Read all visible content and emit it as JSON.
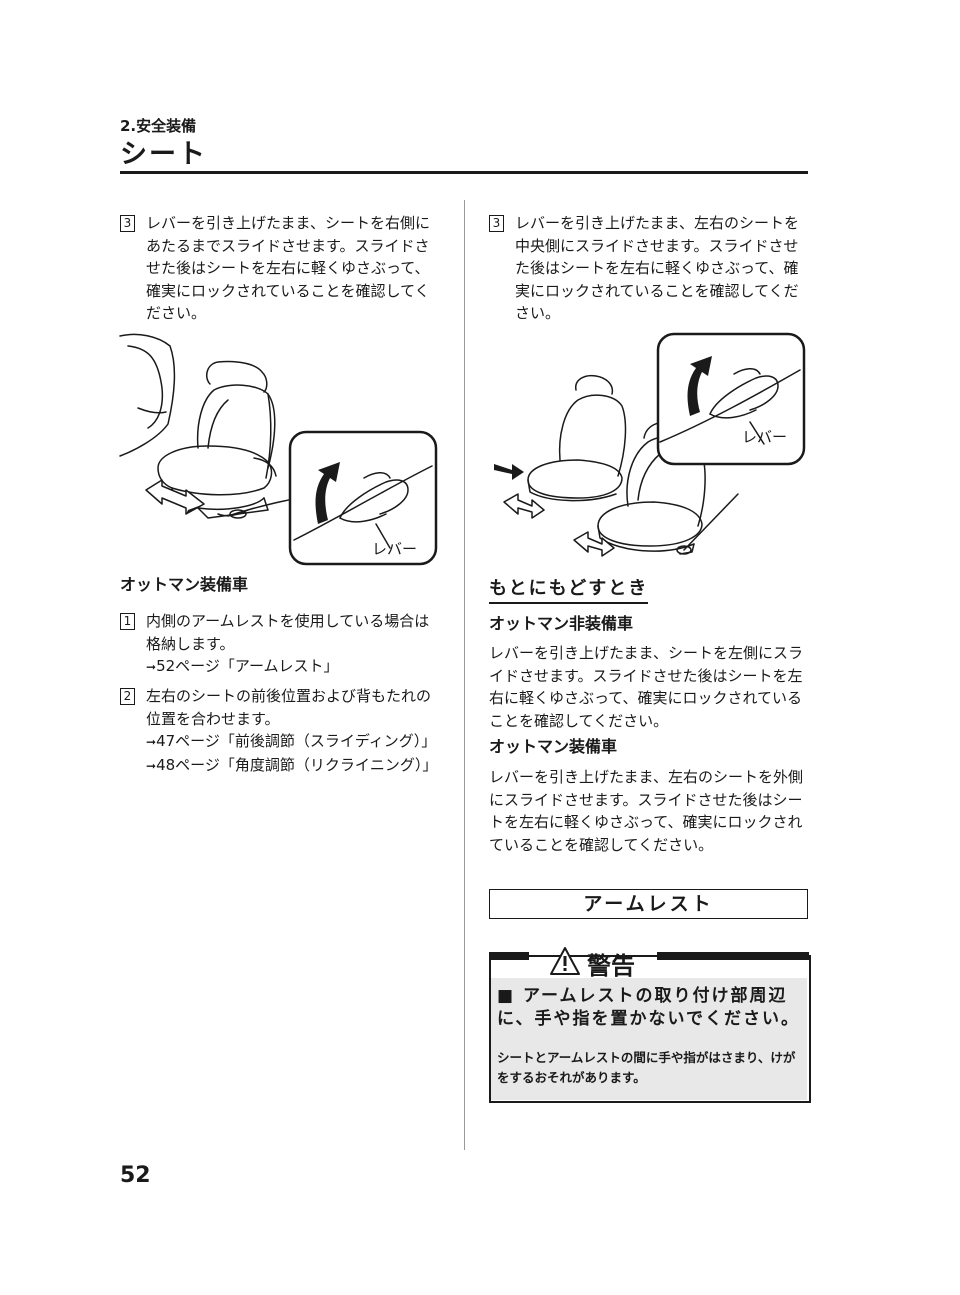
{
  "header": {
    "chapter": "2.安全装備",
    "title": "シート"
  },
  "left_column": {
    "step3": {
      "num": "3",
      "text": "レバーを引き上げたまま、シートを右側にあたるまでスライドさせます。スライドさせた後はシートを左右に軽くゆさぶって、確実にロックされていることを確認してください。"
    },
    "figure_label": "レバー",
    "subhead": "オットマン装備車",
    "step1": {
      "num": "1",
      "text": "内側のアームレストを使用している場合は格納します。",
      "ref": "52ページ「アームレスト」"
    },
    "step2": {
      "num": "2",
      "text": "左右のシートの前後位置および背もたれの位置を合わせます。",
      "ref1": "47ページ「前後調節（スライディング）」",
      "ref2": "48ページ「角度調節（リクライニング）」"
    }
  },
  "right_column": {
    "step3": {
      "num": "3",
      "text": "レバーを引き上げたまま、左右のシートを中央側にスライドさせます。スライドさせた後はシートを左右に軽くゆさぶって、確実にロックされていることを確認してください。"
    },
    "figure_label": "レバー",
    "section_title": "もとにもどすとき",
    "subhead1": "オットマン非装備車",
    "para1": "レバーを引き上げたまま、シートを左側にスライドさせます。スライドさせた後はシートを左右に軽くゆさぶって、確実にロックされていることを確認してください。",
    "subhead2": "オットマン装備車",
    "para2": "レバーを引き上げたまま、左右のシートを外側にスライドさせます。スライドさせた後はシートを左右に軽くゆさぶって、確実にロックされていることを確認してください。",
    "box_heading": "アームレスト",
    "warning": {
      "title": "警告",
      "headline": "■ アームレストの取り付け部周辺に、手や指を置かないでください。",
      "body": "シートとアームレストの間に手や指がはさまり、けがをするおそれがあります。"
    }
  },
  "footer": {
    "page_number": "52"
  }
}
